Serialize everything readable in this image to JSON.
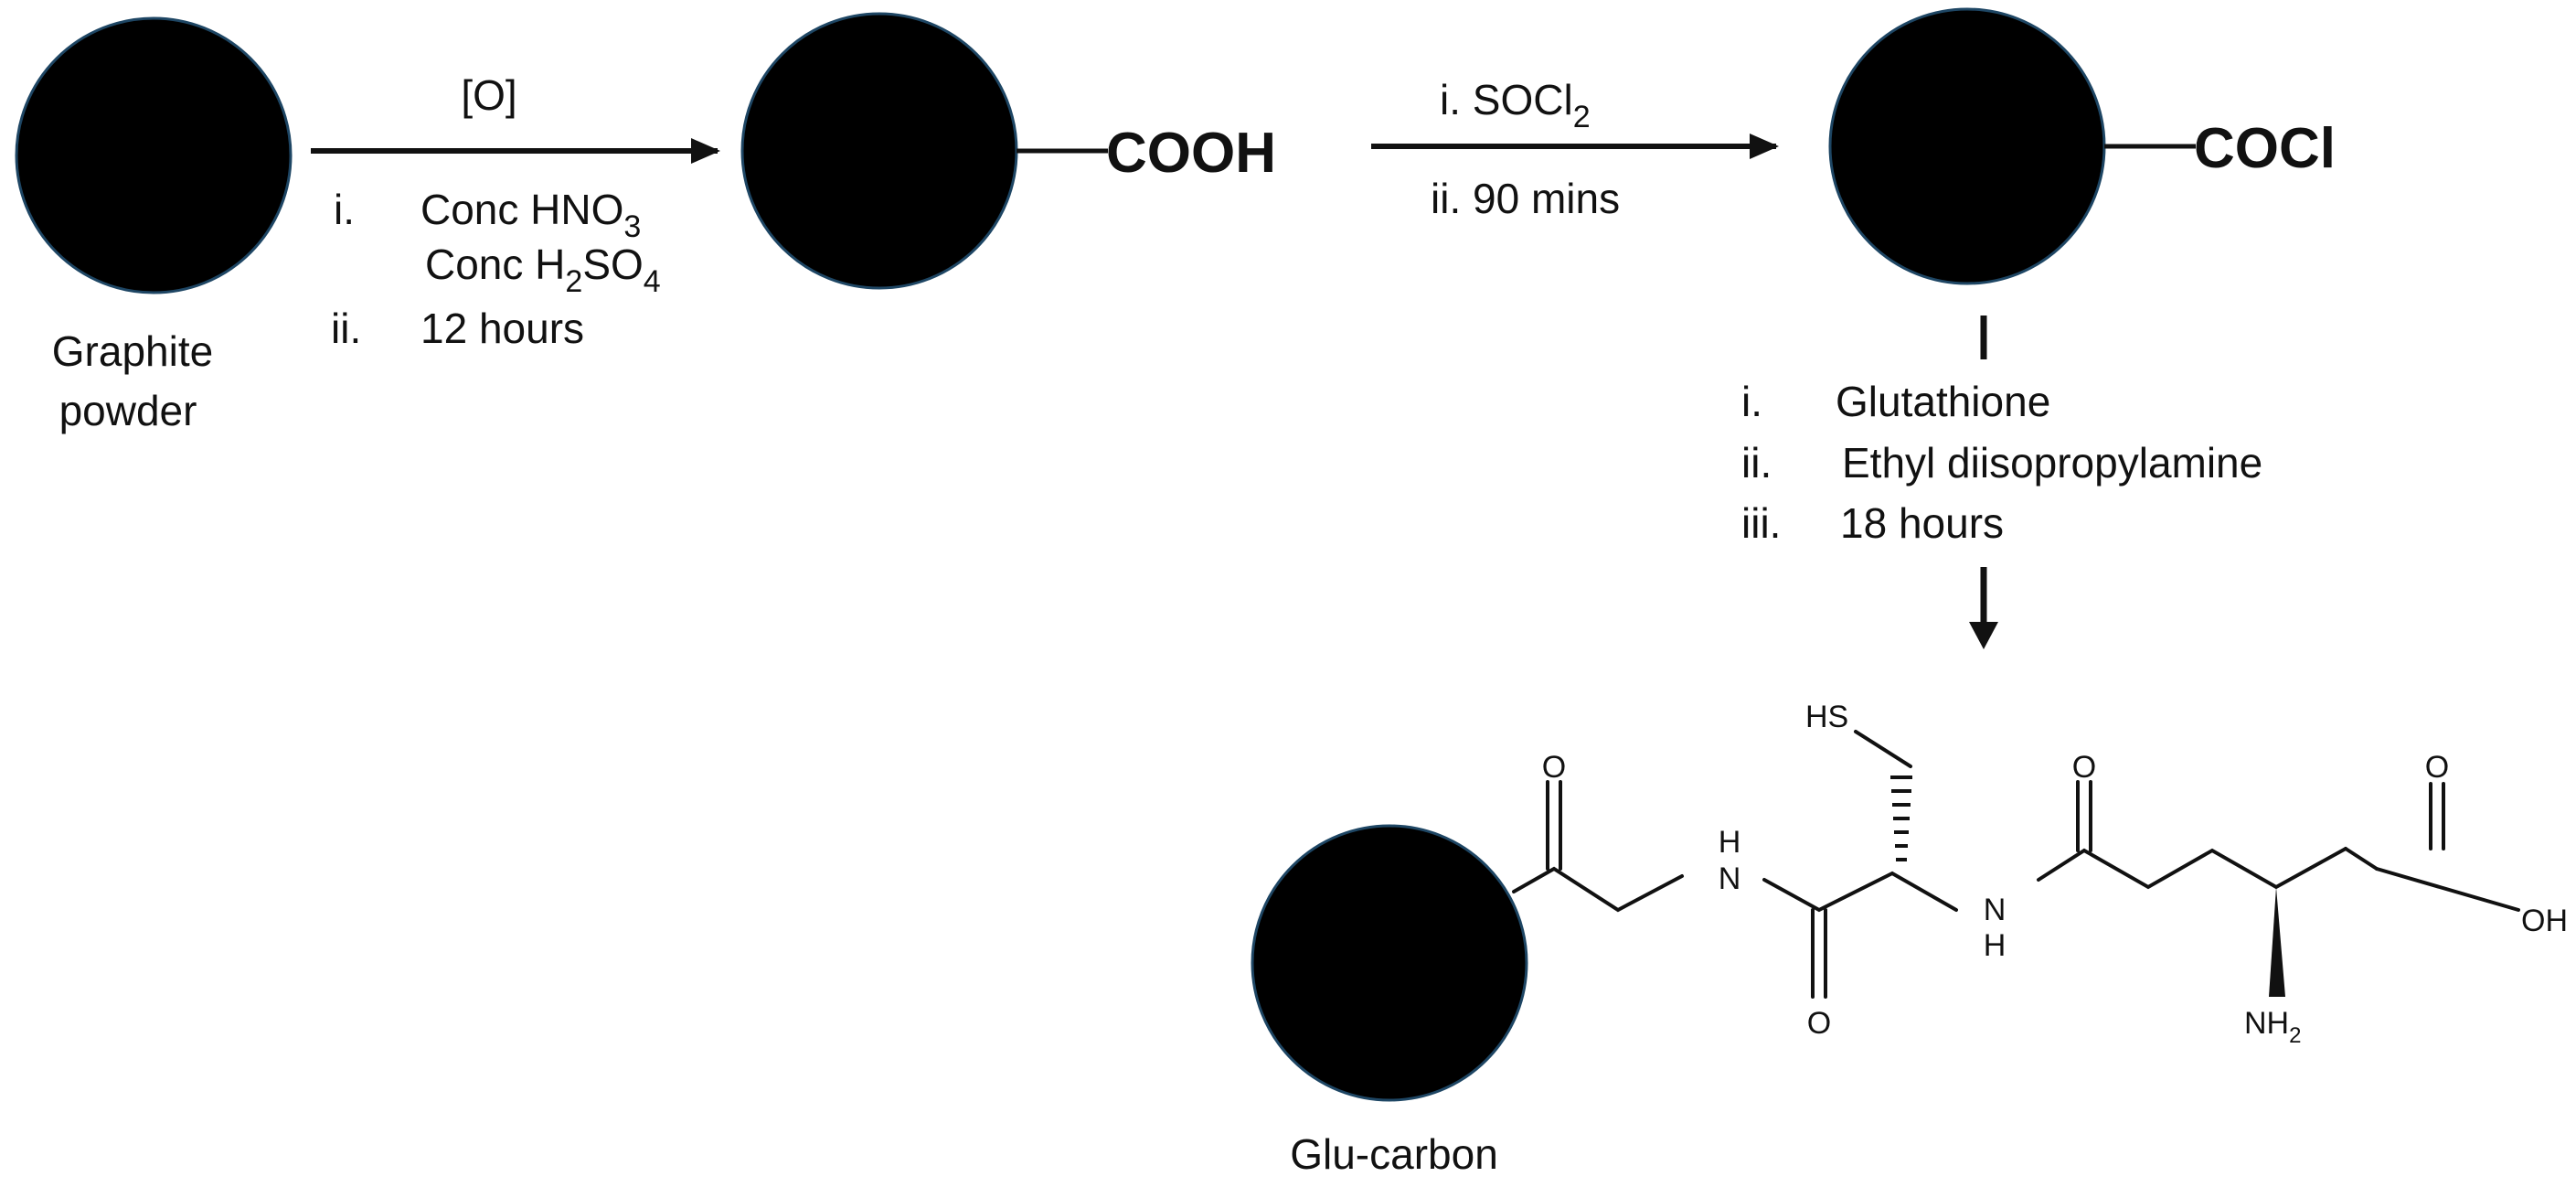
{
  "colors": {
    "particle": "#000000",
    "particle_edge": "#1e4664",
    "ink": "#111111"
  },
  "start": {
    "label_line1": "Graphite",
    "label_line2": "powder"
  },
  "step1": {
    "above": "[O]",
    "c1_num": "i.",
    "c1_pre": "Conc HNO",
    "c1_sub": "3",
    "c2_pre": "Conc H",
    "c2_sub1": "2",
    "c2_mid": "SO",
    "c2_sub2": "4",
    "c3_num": "ii.",
    "c3_text": "12 hours"
  },
  "intermediate1": {
    "group": "COOH"
  },
  "step2": {
    "above_pre": "i. SOCl",
    "above_sub": "2",
    "below": "ii. 90 mins"
  },
  "intermediate2": {
    "group": "COCl"
  },
  "step3": {
    "c1_num": "i.",
    "c1_text": "Glutathione",
    "c2_num": "ii.",
    "c2_text": "Ethyl diisopropylamine",
    "c3_num": "iii.",
    "c3_text": "18 hours"
  },
  "product": {
    "label": "Glu-carbon",
    "atoms": {
      "sh": "HS",
      "o": "O",
      "nh": "H",
      "n": "N",
      "oh": "OH",
      "nh2": "NH",
      "nh2_sub": "2"
    }
  }
}
